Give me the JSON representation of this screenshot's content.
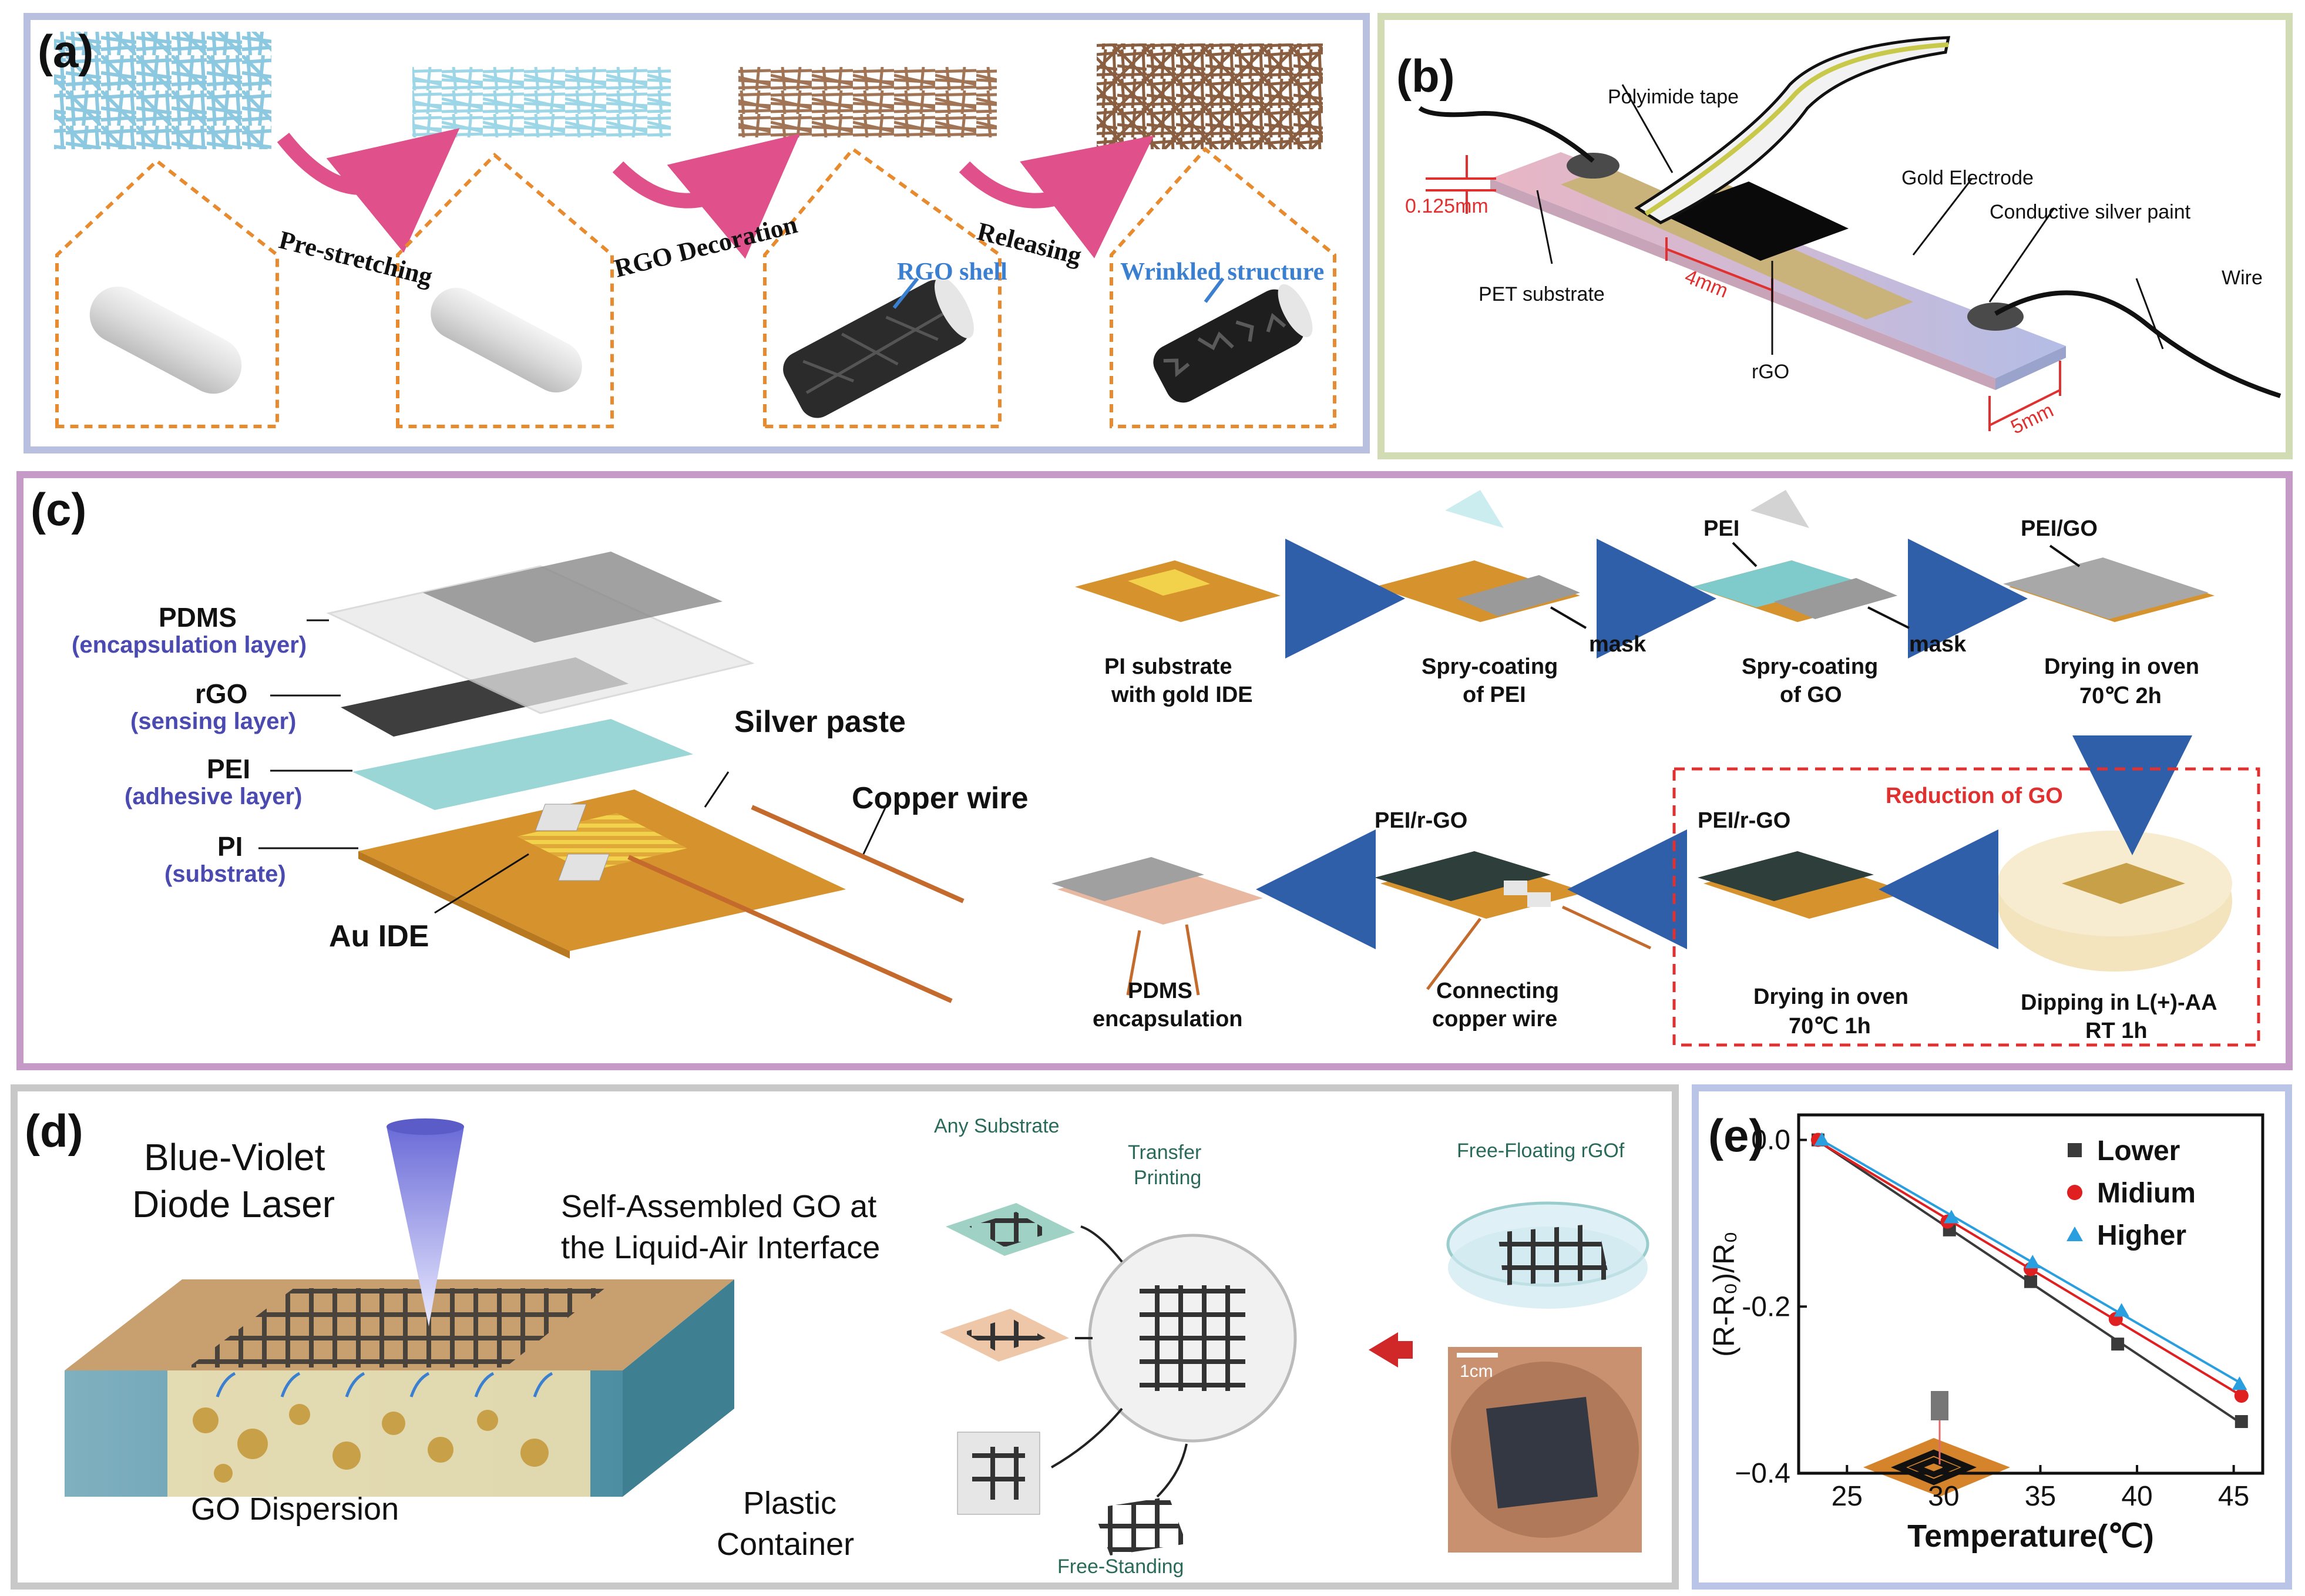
{
  "panels": {
    "a": {
      "label": "(a)",
      "steps": [
        "Pre-stretching",
        "RGO Decoration",
        "Releasing"
      ],
      "callouts": [
        "RGO shell",
        "Wrinkled structure"
      ]
    },
    "b": {
      "label": "(b)",
      "labels": {
        "polyimide": "Polyimide tape",
        "thickness": "0.125mm",
        "pet": "PET substrate",
        "len4": "4mm",
        "rgo": "rGO",
        "gold": "Gold Electrode",
        "silver": "Conductive silver paint",
        "wire": "Wire",
        "len5": "5mm"
      }
    },
    "c": {
      "label": "(c)",
      "layers": [
        {
          "name": "PDMS",
          "sub": "(encapsulation layer)"
        },
        {
          "name": "rGO",
          "sub": "(sensing layer)"
        },
        {
          "name": "PEI",
          "sub": "(adhesive layer)"
        },
        {
          "name": "PI",
          "sub": "(substrate)"
        }
      ],
      "silver_paste": "Silver paste",
      "copper_wire": "Copper wire",
      "au_ide": "Au IDE",
      "steps_top": [
        {
          "l1": "PI substrate",
          "l2": "with gold IDE"
        },
        {
          "l1": "Spry-coating",
          "l2": "of PEI"
        },
        {
          "l1": "Spry-coating",
          "l2": "of GO"
        },
        {
          "l1": "Drying in oven",
          "l2": "70℃  2h"
        }
      ],
      "steps_bottom": [
        {
          "l1": "PDMS",
          "l2": "encapsulation"
        },
        {
          "l1": "Connecting",
          "l2": "copper wire"
        },
        {
          "l1": "Drying in oven",
          "l2": "70℃  1h"
        },
        {
          "l1": "Dipping in L(+)-AA",
          "l2": "RT  1h"
        }
      ],
      "mask": "mask",
      "pei": "PEI",
      "pei_go": "PEI/GO",
      "pei_rgo": "PEI/r-GO",
      "reduction": "Reduction of GO"
    },
    "d": {
      "label": "(d)",
      "laser_l1": "Blue-Violet",
      "laser_l2": "Diode Laser",
      "sa_l1": "Self-Assembled GO at",
      "sa_l2": "the Liquid-Air Interface",
      "dispersion": "GO Dispersion",
      "plastic_l1": "Plastic",
      "plastic_l2": "Container",
      "any_substrate": "Any Substrate",
      "transfer_l1": "Transfer",
      "transfer_l2": "Printing",
      "free_floating": "Free-Floating rGOf",
      "free_standing": "Free-Standing",
      "scale": "1cm"
    },
    "e": {
      "label": "(e)"
    }
  },
  "chart_data": {
    "type": "line",
    "xlabel": "Temperature(℃)",
    "ylabel": "(R-R₀)/R₀",
    "xlim": [
      22.5,
      46.5
    ],
    "ylim": [
      -0.4,
      0.03
    ],
    "xticks": [
      25,
      30,
      35,
      40,
      45
    ],
    "yticks": [
      0.0,
      -0.2,
      -0.4
    ],
    "ytick_labels": [
      "0.0",
      "-0.2",
      "−0.4"
    ],
    "legend_position": "top-right",
    "series": [
      {
        "name": "Lower",
        "marker": "square",
        "color": "#3a3a3a",
        "x": [
          23.5,
          30.3,
          34.5,
          39.0,
          45.4
        ],
        "y": [
          0.0,
          -0.108,
          -0.17,
          -0.245,
          -0.338
        ]
      },
      {
        "name": "Midium",
        "marker": "circle",
        "color": "#e02020",
        "x": [
          23.5,
          30.2,
          34.5,
          38.9,
          45.4
        ],
        "y": [
          0.0,
          -0.098,
          -0.155,
          -0.215,
          -0.307
        ]
      },
      {
        "name": "Higher",
        "marker": "triangle",
        "color": "#2a9fe0",
        "x": [
          23.7,
          30.4,
          34.6,
          39.2,
          45.3
        ],
        "y": [
          0.0,
          -0.093,
          -0.147,
          -0.205,
          -0.293
        ]
      }
    ]
  }
}
